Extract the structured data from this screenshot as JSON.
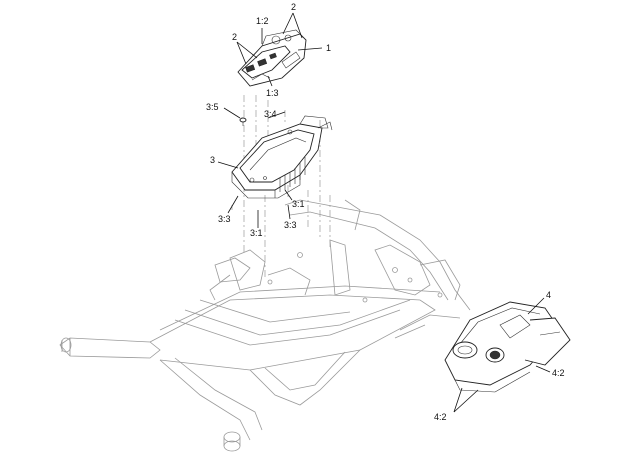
{
  "callouts": {
    "c2_top": "2",
    "c1_2": "1:2",
    "c1": "1",
    "c2_left": "2",
    "c1_3": "1:3",
    "c3_5": "3:5",
    "c3_4": "3:4",
    "c3": "3",
    "c3_3_left": "3:3",
    "c3_1_left": "3:1",
    "c3_1_right": "3:1",
    "c3_3_right": "3:3",
    "c4": "4",
    "c4_2_right": "4:2",
    "c4_2_bottom": "4:2"
  }
}
